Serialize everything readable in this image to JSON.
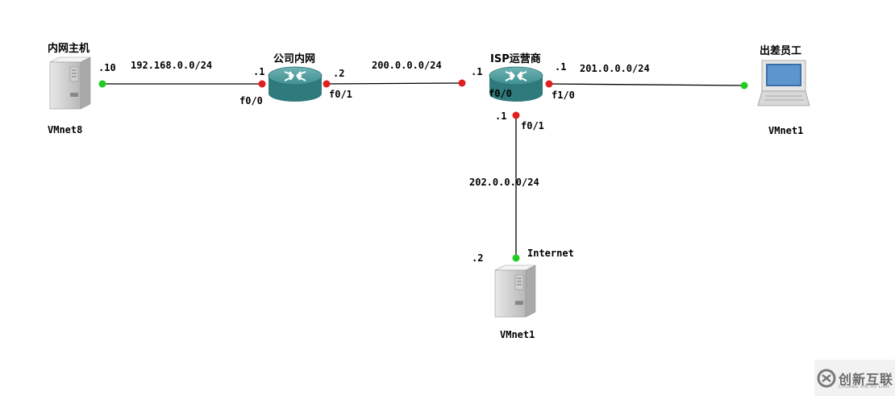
{
  "devices": {
    "host_inner": {
      "name": "内网主机",
      "vmnet": "VMnet8",
      "ip_suffix": ".10"
    },
    "router_company": {
      "name": "公司内网"
    },
    "router_isp": {
      "name": "ISP运营商"
    },
    "laptop": {
      "name": "出差员工",
      "vmnet": "VMnet1"
    },
    "internet": {
      "name": "Internet",
      "vmnet": "VMnet1",
      "ip_suffix": ".2"
    }
  },
  "networks": {
    "lan": "192.168.0.0/24",
    "wan1": "200.0.0.0/24",
    "wan2": "201.0.0.0/24",
    "wan3": "202.0.0.0/24"
  },
  "interfaces": {
    "rc_f00": {
      "name": "f0/0",
      "ip": ".1"
    },
    "rc_f01": {
      "name": "f0/1",
      "ip": ".2"
    },
    "isp_f00": {
      "name": "f0/0",
      "ip": ".1"
    },
    "isp_f10": {
      "name": "f1/0",
      "ip": ".1"
    },
    "isp_f01": {
      "name": "f0/1",
      "ip": ".1"
    }
  },
  "colors": {
    "link": "#000000",
    "port_up": "#22cc22",
    "port_router": "#e02020",
    "router_body": "#3a8a8c"
  },
  "watermark": {
    "text": "创新互联",
    "sub": "CHUANG XIN HU LIAN"
  }
}
